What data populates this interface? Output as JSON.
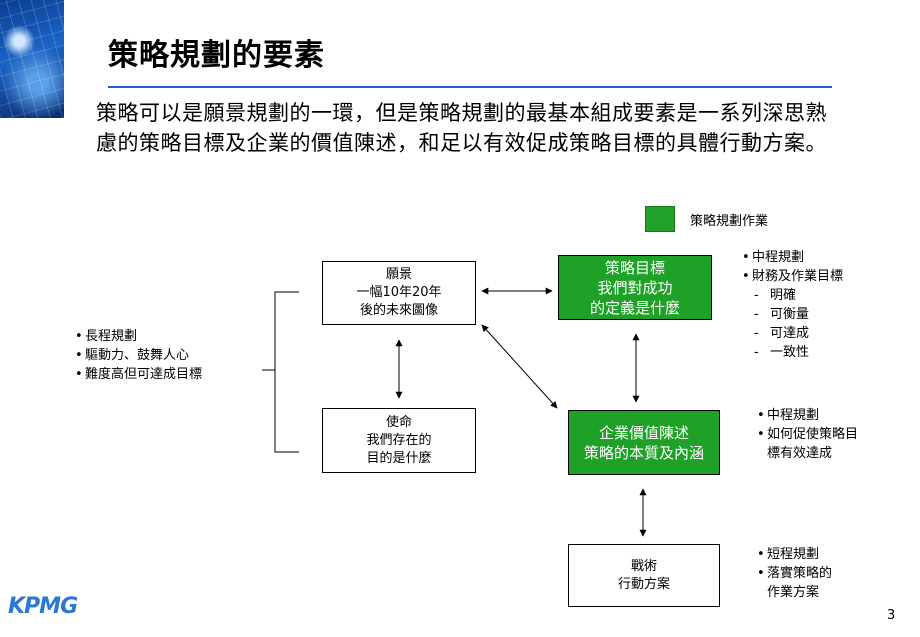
{
  "title": "策略規劃的要素",
  "intro": {
    "line1": "策略可以是願景規劃的一環，但是策略規劃的最基本組成要素是一系列深思熟",
    "line2": "慮的策略目標及企業的價值陳述，和足以有效促成策略目標的具體行動方案。"
  },
  "legend": {
    "label": "策略規劃作業",
    "color": "#22a12a"
  },
  "boxes": {
    "vision": {
      "lines": [
        "願景",
        "一幅10年20年",
        "後的未來圖像"
      ]
    },
    "mission": {
      "lines": [
        "使命",
        "我們存在的",
        "目的是什麼"
      ]
    },
    "objectives": {
      "lines": [
        "策略目標",
        "我們對成功",
        "的定義是什麼"
      ]
    },
    "values": {
      "lines": [
        "企業價值陳述",
        "策略的本質及內涵"
      ]
    },
    "tactics": {
      "lines": [
        "戰術",
        "行動方案"
      ]
    }
  },
  "notes": {
    "left": [
      "長程規劃",
      "驅動力、鼓舞人心",
      "難度高但可達成目標"
    ],
    "objectives": {
      "bullets": [
        "中程規劃",
        "財務及作業目標"
      ],
      "dashes": [
        "明確",
        "可衡量",
        "可達成",
        "一致性"
      ]
    },
    "values": {
      "bullets": [
        "中程規劃",
        "如何促使策略目"
      ],
      "continuation": "標有效達成"
    },
    "tactics": {
      "bullets": [
        "短程規劃",
        "落實策略的"
      ],
      "continuation": "作業方案"
    }
  },
  "footer": {
    "logo_text": "KPMG",
    "page_number": "3"
  }
}
